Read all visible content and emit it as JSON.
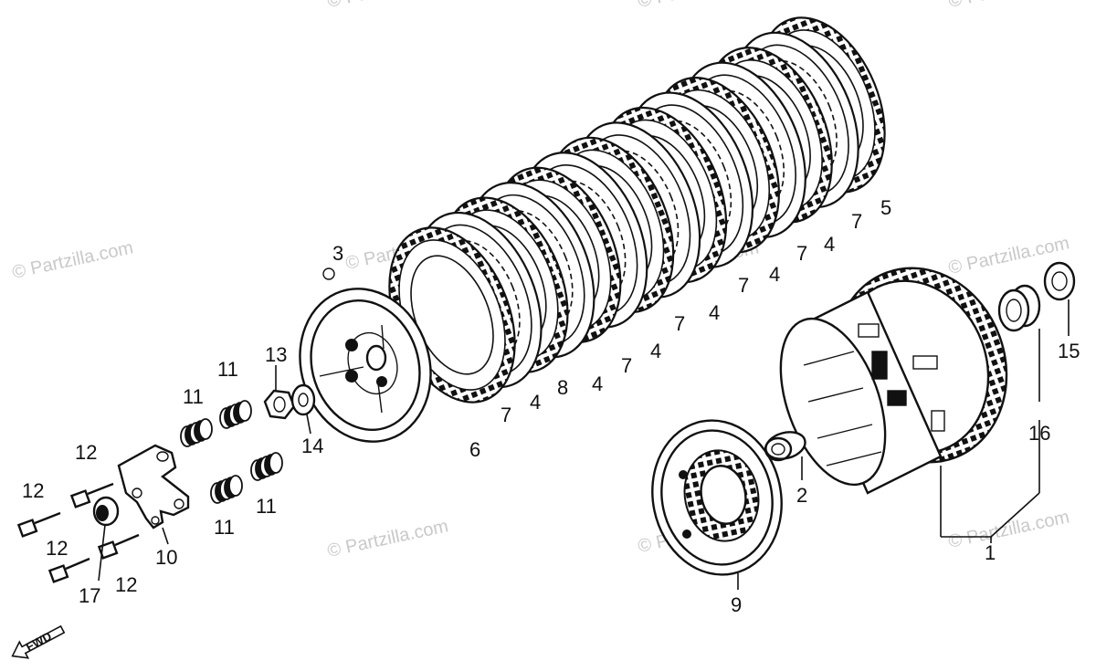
{
  "watermark": "© Partzilla.com",
  "fwd_label": "FWD",
  "callouts": [
    "1",
    "2",
    "3",
    "4",
    "5",
    "6",
    "7",
    "8",
    "9",
    "10",
    "11",
    "12",
    "13",
    "14",
    "15",
    "16",
    "17"
  ]
}
